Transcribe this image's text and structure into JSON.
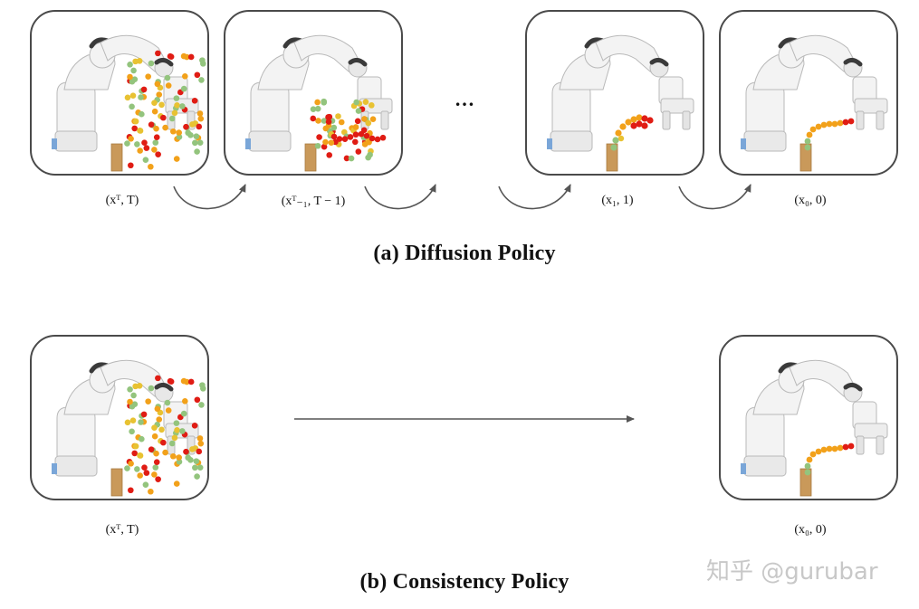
{
  "part_a": {
    "caption": "(a) Diffusion Policy",
    "ellipsis": "…",
    "labels": [
      "(xᵀ, T)",
      "(xᵀ₋₁, T − 1)",
      "(x₁, 1)",
      "(x₀, 0)"
    ]
  },
  "part_b": {
    "caption": "(b) Consistency Policy",
    "labels": [
      "(xᵀ, T)",
      "(x₀, 0)"
    ]
  },
  "watermark": "知乎 @gurubar",
  "colors": {
    "red": "#e01c14",
    "orange": "#f2a11a",
    "yellow": "#e8c232",
    "green": "#93c47d",
    "frame": "#4a4a4a",
    "arrow": "#555555",
    "block": "#c9995a"
  }
}
